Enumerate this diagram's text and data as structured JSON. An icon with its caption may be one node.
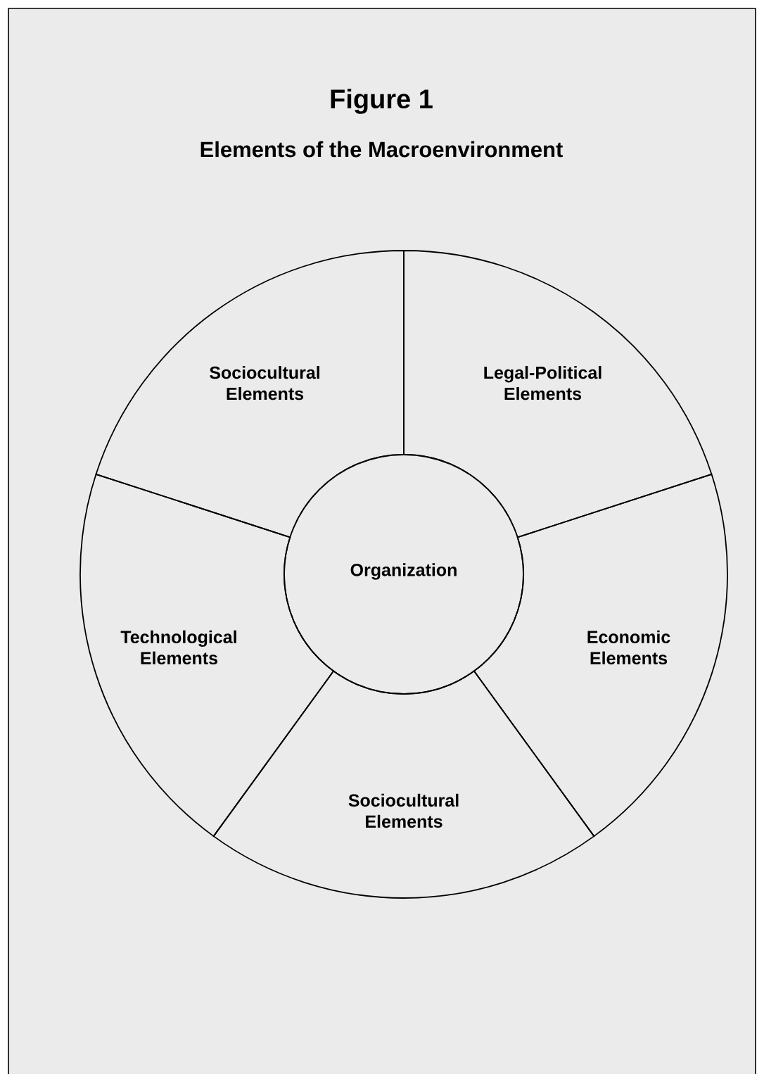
{
  "diagram": {
    "title": "Figure 1",
    "caption": "Elements of the Macroenvironment",
    "nodes": [
      {
        "text": [
          "Sociocultural Elements"
        ]
      },
      {
        "text": [
          "Legal-Political Elements"
        ]
      },
      {
        "text": [
          "Organization"
        ]
      },
      {
        "text": [
          "Technological Elements"
        ]
      },
      {
        "text": [
          "Economic Elements"
        ]
      },
      {
        "text": [
          "Sociocultural Elements"
        ]
      }
    ]
  }
}
